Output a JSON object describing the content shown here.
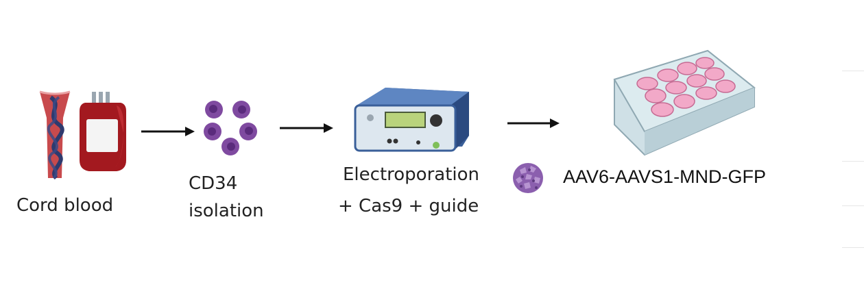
{
  "steps": {
    "cord_blood": {
      "label": "Cord blood"
    },
    "cd34": {
      "line1": "CD34",
      "line2": "isolation"
    },
    "electroporation": {
      "line1": "Electroporation",
      "line2": "+ Cas9 + guide"
    },
    "aav": {
      "label": "AAV6-AAVS1-MND-GFP"
    }
  },
  "colors": {
    "vessel": "#b5373a",
    "dna_strand": "#2f3a6e",
    "blood": "#a3191f",
    "cell_outer": "#7f4aa0",
    "cell_nucleus": "#5a2b7c",
    "device_body": "#3a5f99",
    "device_front": "#dde7ef",
    "screen": "#b9d37c",
    "plate_well": "#f2a9c8",
    "virus": "#8b5fae",
    "arrow": "#111111"
  },
  "icons": [
    "cord-blood-vessel-icon",
    "blood-bag-icon",
    "cd34-cells-icon",
    "electroporator-icon",
    "aav-virus-icon",
    "well-plate-icon"
  ]
}
